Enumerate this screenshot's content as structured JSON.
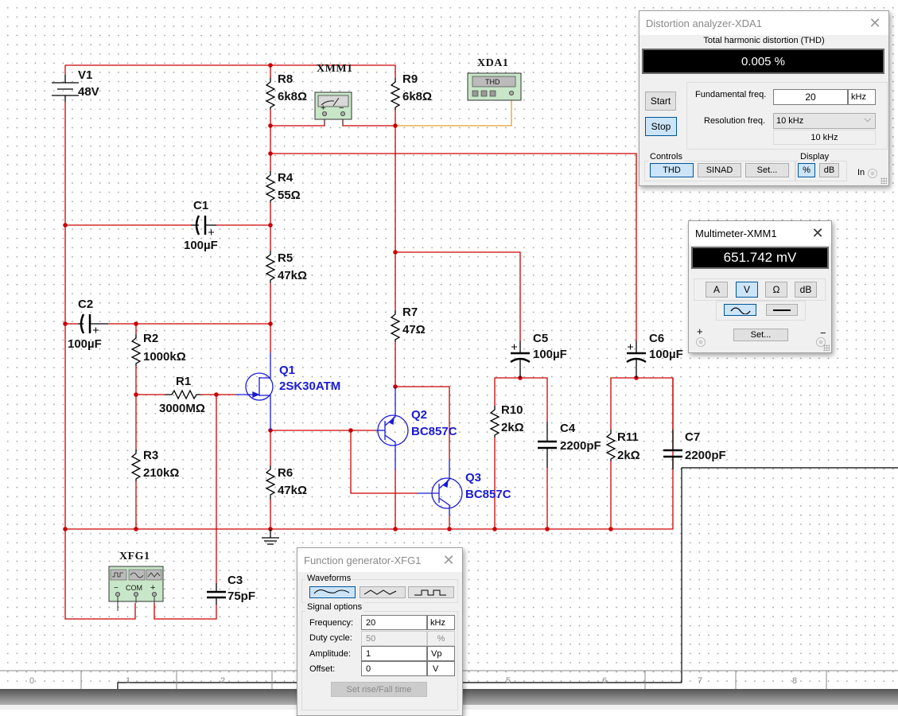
{
  "schematic": {
    "wire_color": "#cc0000",
    "probe_wire_color": "#e0a030",
    "components": {
      "V1": {
        "ref": "V1",
        "value": "48V"
      },
      "R1": {
        "ref": "R1",
        "value": "3000MΩ"
      },
      "R2": {
        "ref": "R2",
        "value": "1000kΩ"
      },
      "R3": {
        "ref": "R3",
        "value": "210kΩ"
      },
      "R4": {
        "ref": "R4",
        "value": "55Ω"
      },
      "R5": {
        "ref": "R5",
        "value": "47kΩ"
      },
      "R6": {
        "ref": "R6",
        "value": "47kΩ"
      },
      "R7": {
        "ref": "R7",
        "value": "47Ω"
      },
      "R8": {
        "ref": "R8",
        "value": "6k8Ω"
      },
      "R9": {
        "ref": "R9",
        "value": "6k8Ω"
      },
      "R10": {
        "ref": "R10",
        "value": "2kΩ"
      },
      "R11": {
        "ref": "R11",
        "value": "2kΩ"
      },
      "C1": {
        "ref": "C1",
        "value": "100µF"
      },
      "C2": {
        "ref": "C2",
        "value": "100µF"
      },
      "C3": {
        "ref": "C3",
        "value": "75pF"
      },
      "C4": {
        "ref": "C4",
        "value": "2200pF"
      },
      "C5": {
        "ref": "C5",
        "value": "100µF"
      },
      "C6": {
        "ref": "C6",
        "value": "100µF"
      },
      "C7": {
        "ref": "C7",
        "value": "2200pF"
      },
      "Q1": {
        "ref": "Q1",
        "value": "2SK30ATM"
      },
      "Q2": {
        "ref": "Q2",
        "value": "BC857C"
      },
      "Q3": {
        "ref": "Q3",
        "value": "BC857C"
      }
    },
    "instruments": {
      "XMM1": {
        "ref": "XMM1",
        "plus": "+",
        "minus": "−"
      },
      "XDA1": {
        "ref": "XDA1",
        "screen": "THD"
      },
      "XFG1": {
        "ref": "XFG1",
        "minus": "−",
        "com": "COM",
        "plus": "+"
      }
    },
    "ruler": [
      "0",
      "1",
      "2",
      "5",
      "6",
      "7",
      "8"
    ]
  },
  "distortion_analyzer": {
    "title": "Distortion analyzer-XDA1",
    "close_icon": "close-icon",
    "thd_heading": "Total harmonic distortion (THD)",
    "readout": "0.005 %",
    "start_label": "Start",
    "stop_label": "Stop",
    "fundamental_label": "Fundamental freq.",
    "fundamental_value": "20",
    "fundamental_unit": "kHz",
    "resolution_label": "Resolution freq.",
    "resolution_selected": "10 kHz",
    "resolution_display": "10 kHz",
    "controls_label": "Controls",
    "thd_btn": "THD",
    "sinad_btn": "SINAD",
    "set_btn": "Set...",
    "display_label": "Display",
    "percent_btn": "%",
    "db_btn": "dB",
    "in_label": "In"
  },
  "multimeter": {
    "title": "Multimeter-XMM1",
    "readout": "651.742 mV",
    "mode_a": "A",
    "mode_v": "V",
    "mode_ohm": "Ω",
    "mode_db": "dB",
    "selected_mode": "V",
    "selected_signal": "AC",
    "set_btn": "Set...",
    "plus": "+",
    "minus": "−"
  },
  "function_generator": {
    "title": "Function generator-XFG1",
    "waveforms_label": "Waveforms",
    "selected_waveform": "sine",
    "signal_options_label": "Signal options",
    "rows": [
      {
        "label": "Frequency:",
        "value": "20",
        "unit": "kHz",
        "enabled": true
      },
      {
        "label": "Duty cycle:",
        "value": "50",
        "unit": "%",
        "enabled": false
      },
      {
        "label": "Amplitude:",
        "value": "1",
        "unit": "Vp",
        "enabled": true
      },
      {
        "label": "Offset:",
        "value": "0",
        "unit": "V",
        "enabled": true
      }
    ],
    "rise_fall_btn": "Set rise/Fall time"
  }
}
